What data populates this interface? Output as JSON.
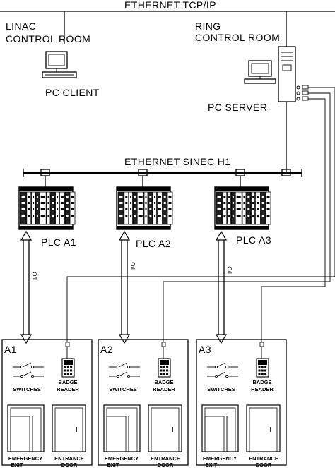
{
  "networks": {
    "ethernet_tcp_ip": "ETHERNET TCP/IP",
    "ethernet_sinec_h1": "ETHERNET SINEC H1"
  },
  "rooms": {
    "linac_line1": "LINAC",
    "linac_line2": "CONTROL ROOM",
    "ring_line1": "RING",
    "ring_line2": "CONTROL ROOM"
  },
  "computers": {
    "pc_client": "PC CLIENT",
    "pc_server": "PC SERVER"
  },
  "plcs": [
    {
      "label": "PLC A1"
    },
    {
      "label": "PLC A2"
    },
    {
      "label": "PLC A3"
    }
  ],
  "io_label": "I/O",
  "areas": [
    {
      "label": "A1"
    },
    {
      "label": "A2"
    },
    {
      "label": "A3"
    }
  ],
  "devices": {
    "switches": "SWITCHES",
    "badge_reader_line1": "BADGE",
    "badge_reader_line2": "READER",
    "emergency_exit_line1": "EMERGENCY",
    "emergency_exit_line2": "EXIT",
    "entrance_door_line1": "ENTRANCE",
    "entrance_door_line2": "DOOR"
  }
}
